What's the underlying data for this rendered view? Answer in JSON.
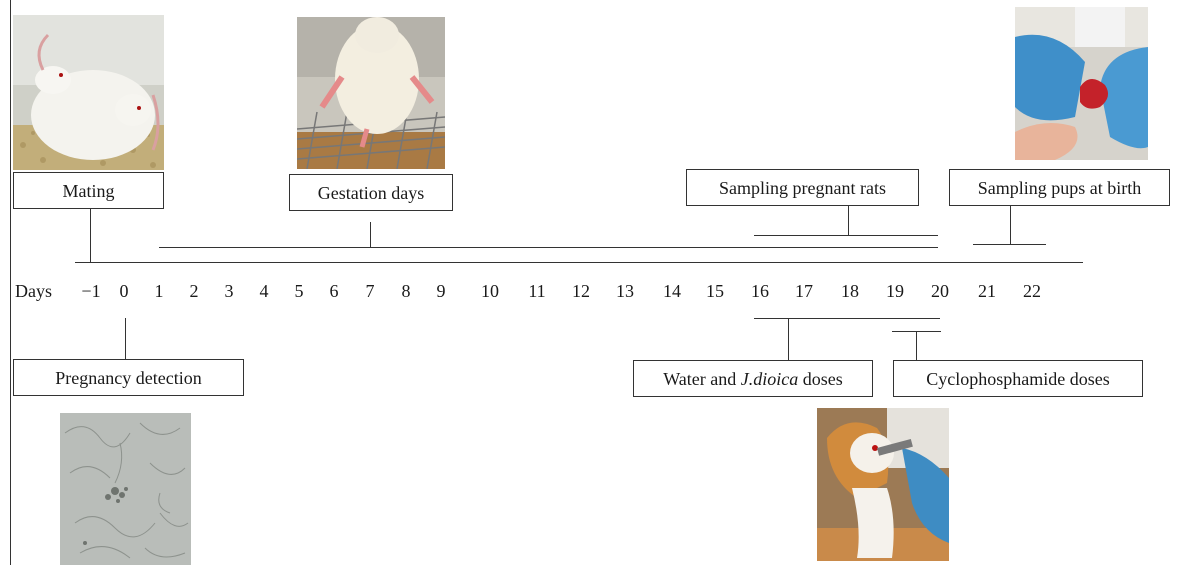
{
  "events": {
    "mating": "Mating",
    "gestation": "Gestation days",
    "sampling_pregnant": "Sampling pregnant rats",
    "sampling_pups": "Sampling pups at birth",
    "pregnancy_detection": "Pregnancy detection",
    "water_doses_prefix": "Water and ",
    "water_doses_species": "J.dioica",
    "water_doses_suffix": " doses",
    "cyclophosphamide": "Cyclophosphamide doses"
  },
  "axis": {
    "label": "Days",
    "days": [
      "−1",
      "0",
      "1",
      "2",
      "3",
      "4",
      "5",
      "6",
      "7",
      "8",
      "9",
      "10",
      "11",
      "12",
      "13",
      "14",
      "15",
      "16",
      "17",
      "18",
      "19",
      "20",
      "21",
      "22"
    ]
  },
  "photos": {
    "mating": "rat-mating-photo",
    "gestation": "pregnant-rat-photo",
    "pups": "pup-sampling-photo",
    "detection": "sperm-microscopy-photo",
    "dosing": "oral-gavage-photo"
  }
}
